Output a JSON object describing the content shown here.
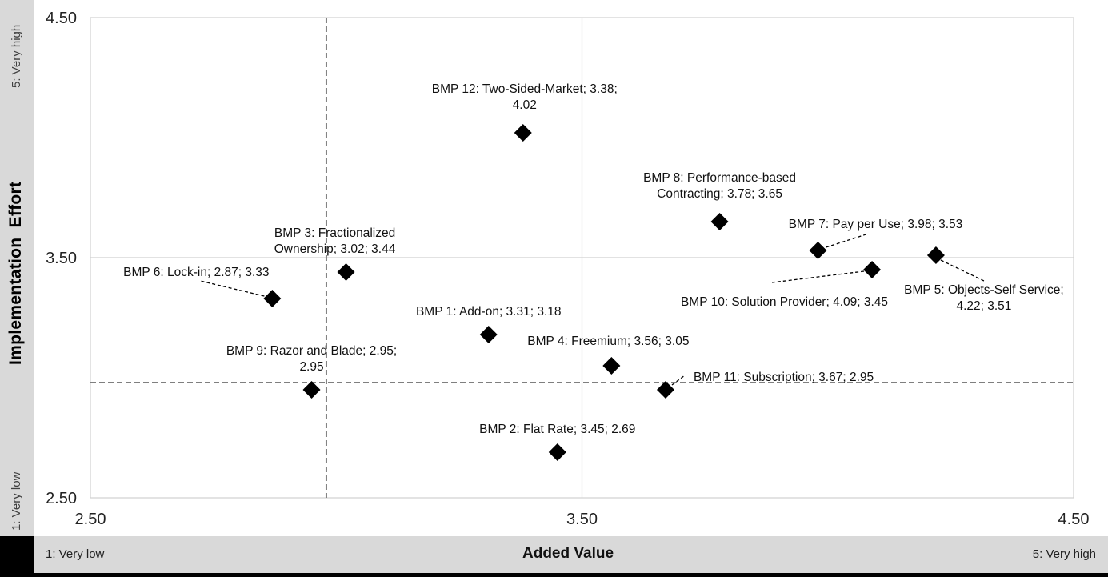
{
  "chart_data": {
    "type": "scatter",
    "xlabel": "Added Value",
    "ylabel": "Implementation Effort",
    "xlim": [
      2.5,
      4.5
    ],
    "ylim": [
      2.5,
      4.5
    ],
    "x_ticks": [
      "2.50",
      "3.50",
      "4.50"
    ],
    "y_ticks": [
      "2.50",
      "3.50",
      "4.50"
    ],
    "x_min_label": "1: Very low",
    "x_max_label": "5: Very high",
    "y_min_label": "1: Very low",
    "y_max_label": "5: Very high",
    "grid": true,
    "reference_lines": {
      "x": 2.98,
      "y": 2.98
    },
    "marker": "diamond",
    "marker_color": "#000000",
    "points": [
      {
        "x": 3.31,
        "y": 3.18,
        "label": [
          "BMP 1: Add-on; 3.31; 3.18"
        ]
      },
      {
        "x": 3.45,
        "y": 2.69,
        "label": [
          "BMP 2: Flat Rate; 3.45; 2.69"
        ]
      },
      {
        "x": 3.02,
        "y": 3.44,
        "label": [
          "BMP 3: Fractionalized",
          "Ownership; 3.02; 3.44"
        ]
      },
      {
        "x": 3.56,
        "y": 3.05,
        "label": [
          "BMP 4: Freemium; 3.56; 3.05"
        ]
      },
      {
        "x": 4.22,
        "y": 3.51,
        "label": [
          "BMP 5: Objects-Self Service;",
          "4.22; 3.51"
        ]
      },
      {
        "x": 2.87,
        "y": 3.33,
        "label": [
          "BMP 6: Lock-in; 2.87; 3.33"
        ]
      },
      {
        "x": 3.98,
        "y": 3.53,
        "label": [
          "BMP 7: Pay per Use; 3.98; 3.53"
        ]
      },
      {
        "x": 3.78,
        "y": 3.65,
        "label": [
          "BMP 8: Performance-based",
          "Contracting; 3.78; 3.65"
        ]
      },
      {
        "x": 2.95,
        "y": 2.95,
        "label": [
          "BMP 9: Razor and Blade; 2.95;",
          "2.95"
        ]
      },
      {
        "x": 4.09,
        "y": 3.45,
        "label": [
          "BMP 10: Solution Provider; 4.09; 3.45"
        ]
      },
      {
        "x": 3.67,
        "y": 2.95,
        "label": [
          "BMP 11: Subscription; 3.67; 2.95"
        ]
      },
      {
        "x": 3.38,
        "y": 4.02,
        "label": [
          "BMP 12: Two-Sided-Market; 3.38;",
          "4.02"
        ]
      }
    ]
  }
}
